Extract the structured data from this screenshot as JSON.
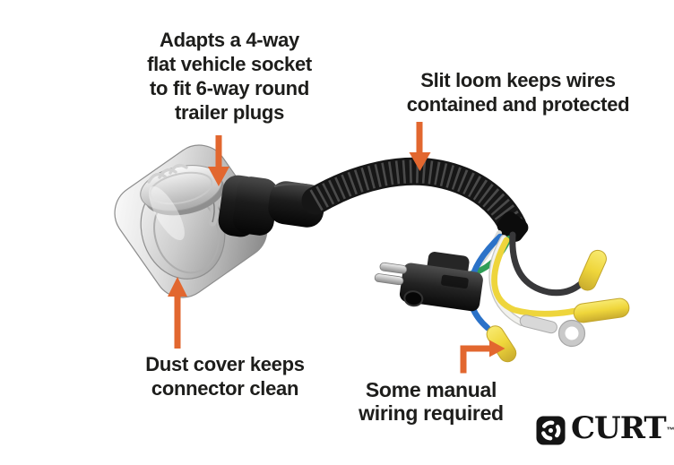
{
  "colors": {
    "background": "#FFFFFF",
    "accent_arrow_orange": "#E2672F",
    "annotation_text": "#1D1D1B",
    "logo_black": "#141414",
    "wire_yellow": "#EED53C",
    "wire_blue": "#2B72C8",
    "wire_green": "#2F9E57",
    "wire_white": "#F2F2F0",
    "wire_black": "#38383A",
    "connector_silver": "#C9C9C9",
    "loom_black": "#161616"
  },
  "annotations": {
    "adapter": {
      "lines": [
        "Adapts a 4-way",
        "flat vehicle socket",
        "to fit 6-way round",
        "trailer plugs"
      ]
    },
    "slit_loom": {
      "lines": [
        "Slit loom keeps wires",
        "contained and protected"
      ]
    },
    "dust_cover": {
      "lines": [
        "Dust cover keeps",
        "connector clean"
      ]
    },
    "manual_wiring": {
      "lines": [
        "Some manual",
        "wiring required"
      ]
    }
  },
  "logo": {
    "brand": "CURT",
    "trademark": "™"
  }
}
